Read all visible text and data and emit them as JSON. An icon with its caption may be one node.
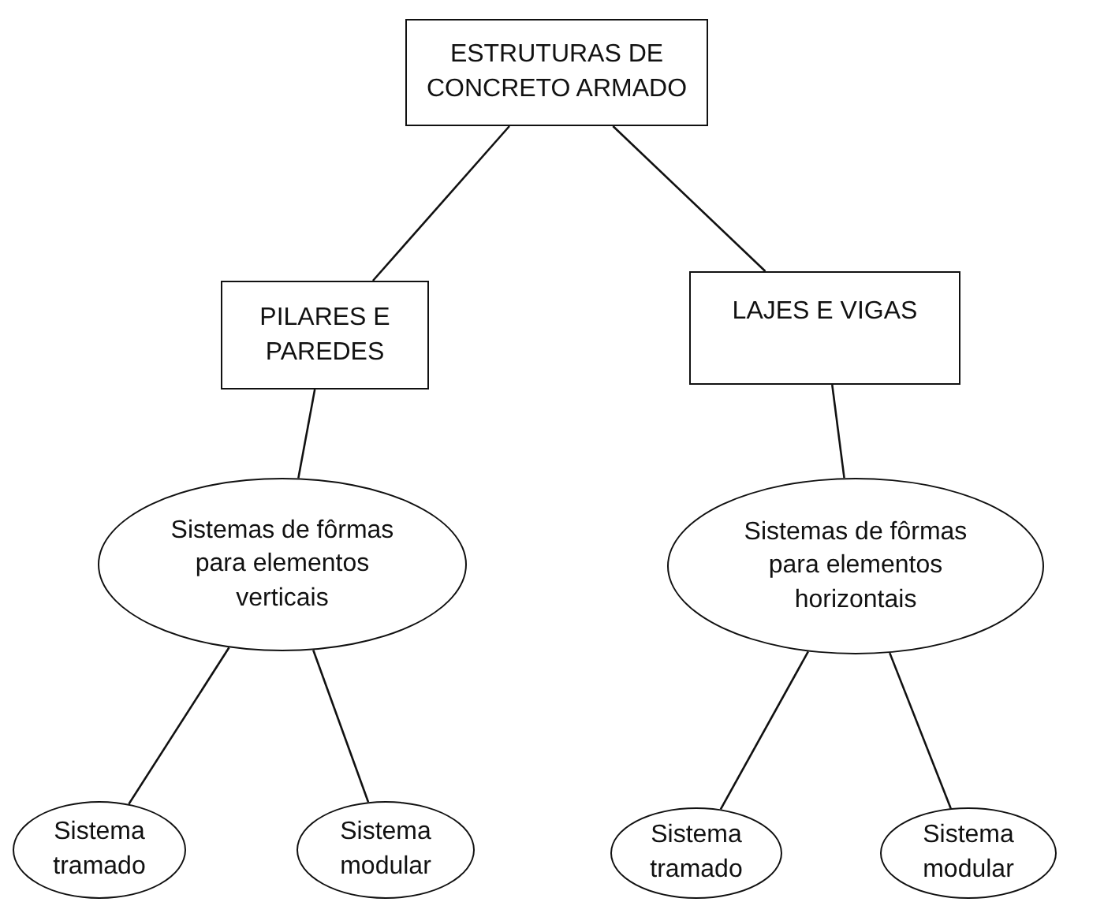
{
  "diagram": {
    "nodes": [
      {
        "text": [
          "ESTRUTURAS DE CONCRETO ARMADO"
        ]
      },
      {
        "text": [
          "PILARES E PAREDES"
        ]
      },
      {
        "text": [
          "LAJES E VIGAS"
        ]
      },
      {
        "text": [
          "Sistemas de fôrmas para elementos verticais"
        ]
      },
      {
        "text": [
          "Sistemas de fôrmas para elementos horizontais"
        ]
      },
      {
        "text": [
          "Sistema tramado"
        ]
      },
      {
        "text": [
          "Sistema modular"
        ]
      },
      {
        "text": [
          "Sistema tramado"
        ]
      },
      {
        "text": [
          "Sistema modular"
        ]
      }
    ],
    "edges": [
      {
        "from": 0,
        "to": 1,
        "arrow": "none"
      },
      {
        "from": 0,
        "to": 2,
        "arrow": "none"
      },
      {
        "from": 1,
        "to": 3,
        "arrow": "none"
      },
      {
        "from": 2,
        "to": 4,
        "arrow": "none"
      },
      {
        "from": 3,
        "to": 5,
        "arrow": "none"
      },
      {
        "from": 3,
        "to": 6,
        "arrow": "none"
      },
      {
        "from": 4,
        "to": 7,
        "arrow": "none"
      },
      {
        "from": 4,
        "to": 8,
        "arrow": "none"
      }
    ]
  }
}
